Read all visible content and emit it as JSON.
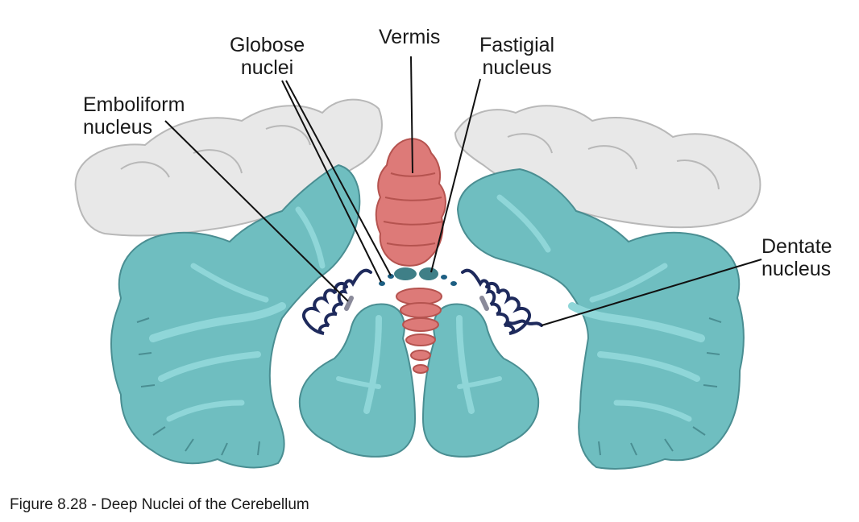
{
  "labels": {
    "globose": [
      "Globose",
      "nuclei"
    ],
    "vermis": [
      "Vermis"
    ],
    "fastigial": [
      "Fastigial",
      "nucleus"
    ],
    "emboliform": [
      "Emboliform",
      "nucleus"
    ],
    "dentate": [
      "Dentate",
      "nucleus"
    ]
  },
  "caption": "Figure 8.28 - Deep Nuclei of the Cerebellum",
  "colors": {
    "cortex": "#6fbec0",
    "cortex_stroke": "#4a8e92",
    "white_matter": "#8fd6d8",
    "vermis": "#dd7a78",
    "vermis_stroke": "#b5534f",
    "cerebrum": "#e8e8e8",
    "cerebrum_stroke": "#b8b8b8",
    "dentate": "#1e2a5c",
    "nuclei": "#1d5f83",
    "leader": "#111111"
  }
}
